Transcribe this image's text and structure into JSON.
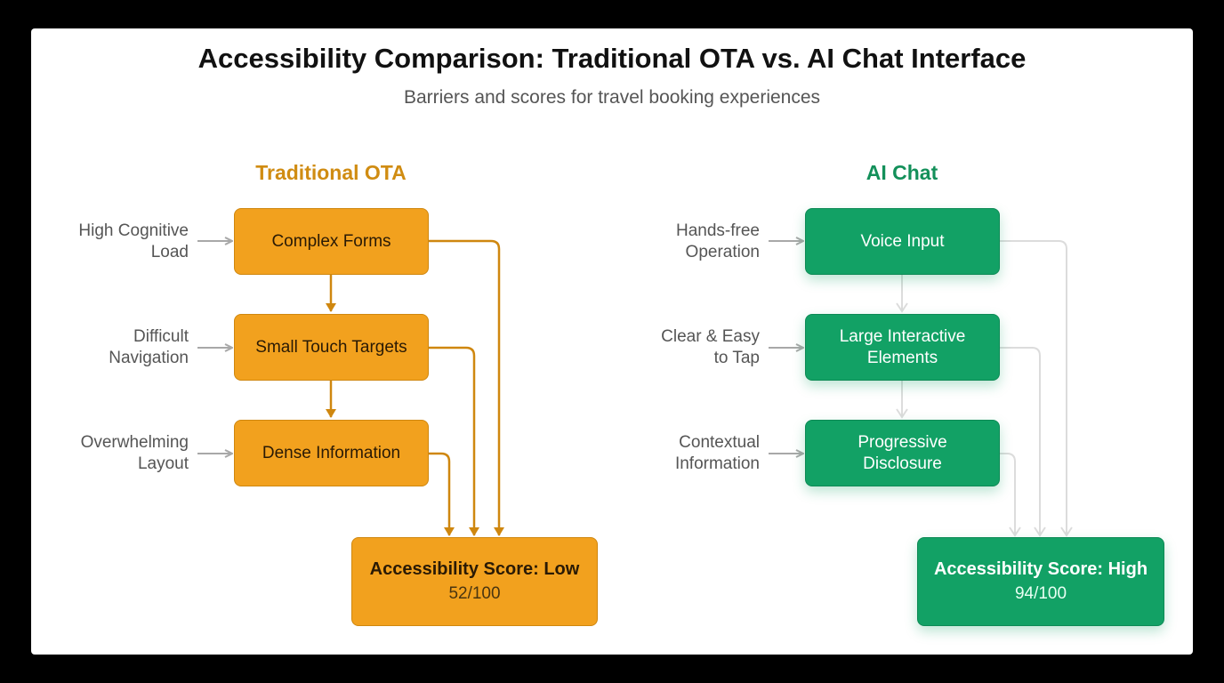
{
  "header": {
    "title": "Accessibility Comparison: Traditional OTA vs. AI Chat Interface",
    "subtitle": "Barriers and scores for travel booking experiences"
  },
  "ota": {
    "heading": "Traditional OTA",
    "color": "#f2a11e",
    "nodes": [
      {
        "label": "Complex Forms",
        "cause": "High Cognitive\nLoad"
      },
      {
        "label": "Small Touch Targets",
        "cause": "Difficult\nNavigation"
      },
      {
        "label": "Dense Information",
        "cause": "Overwhelming\nLayout"
      }
    ],
    "score": {
      "label": "Accessibility Score: Low",
      "value": "52/100"
    }
  },
  "ai": {
    "heading": "AI Chat",
    "color": "#12a165",
    "nodes": [
      {
        "label": "Voice Input",
        "cause": "Hands-free\nOperation"
      },
      {
        "label": "Large Interactive\nElements",
        "cause": "Clear & Easy\nto Tap"
      },
      {
        "label": "Progressive\nDisclosure",
        "cause": "Contextual\nInformation"
      }
    ],
    "score": {
      "label": "Accessibility Score: High",
      "value": "94/100"
    }
  }
}
